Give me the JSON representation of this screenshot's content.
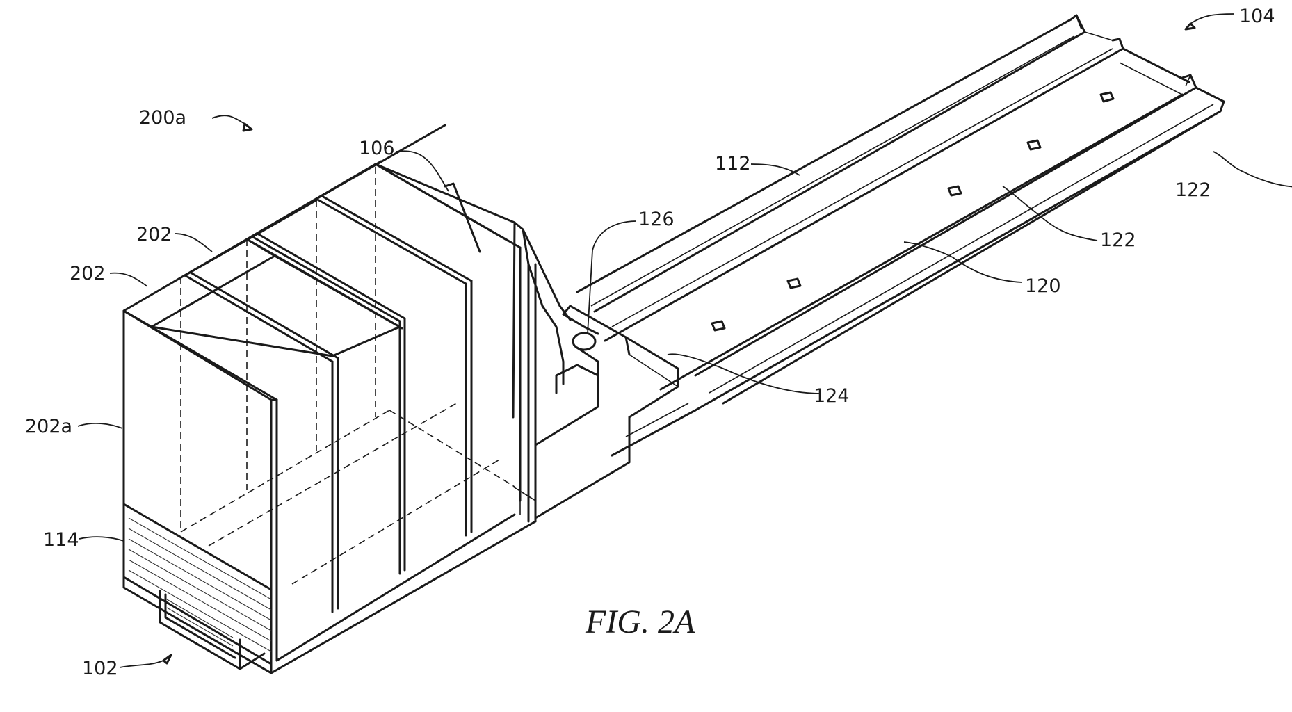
{
  "figure": {
    "caption": "FIG. 2A",
    "labels": {
      "l_104": "104",
      "l_200a": "200a",
      "l_106": "106",
      "l_112": "112",
      "l_126": "126",
      "l_122a": "122",
      "l_122b": "122",
      "l_120": "120",
      "l_202_top": "202",
      "l_202_mid": "202",
      "l_124": "124",
      "l_202a": "202a",
      "l_114": "114",
      "l_102": "102"
    }
  },
  "colors": {
    "ink": "#1a1a1a",
    "paper": "#ffffff"
  }
}
